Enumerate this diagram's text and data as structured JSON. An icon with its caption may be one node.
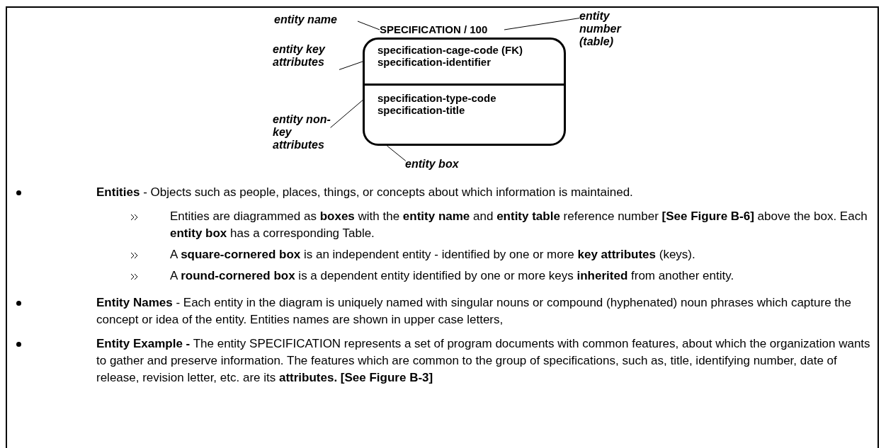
{
  "diagram": {
    "nodes": [
      {
        "text": [
          "SPECIFICATION / 100"
        ]
      },
      {
        "text": [],
        "shape": "box"
      },
      {
        "text": [
          "specification-cage-code (FK)",
          "specification-identifier"
        ],
        "in": 1
      },
      {
        "text": [
          "specification-type-code",
          "specification-title"
        ],
        "in": 1
      },
      {
        "text": [
          "entity name"
        ]
      },
      {
        "text": [
          "entity number (table)"
        ]
      },
      {
        "text": [
          "entity key attributes"
        ]
      },
      {
        "text": [
          "entity non-key attributes"
        ]
      },
      {
        "text": [
          "entity box"
        ]
      }
    ],
    "edges": [
      {
        "from": 4,
        "to": 0,
        "arrow": "none"
      },
      {
        "from": 5,
        "to": 0,
        "arrow": "none"
      },
      {
        "from": 6,
        "to": 2,
        "arrow": "none"
      },
      {
        "from": 7,
        "to": 3,
        "arrow": "none"
      },
      {
        "from": 8,
        "to": 1,
        "arrow": "none"
      }
    ],
    "labels": [
      "**Entities** - Objects such as people, places, things, or concepts about which information is maintained.",
      "Entities are diagrammed as **boxes** with the **entity name** and **entity table** reference number **[See Figure B-6]** above the box. Each **entity box** has a corresponding Table.",
      "A **square-cornered box** is an independent entity - identified by one or more **key attributes** (keys).",
      "A **round-cornered box** is a dependent entity identified by one or more keys **inherited** from another entity.",
      "**Entity Names** - Each entity in the diagram is uniquely named with singular nouns or compound (hyphenated) noun phrases which capture the concept or idea of the entity. Entities names are shown in upper case letters,",
      "**Entity Example -** The entity SPECIFICATION represents a set of program documents with common features, about which the organization wants to gather and preserve information. The features which are common to the group of specifications, such as, title, identifying number, date of release, revision letter, etc. are its **attributes. [See Figure B-3]**"
    ]
  }
}
